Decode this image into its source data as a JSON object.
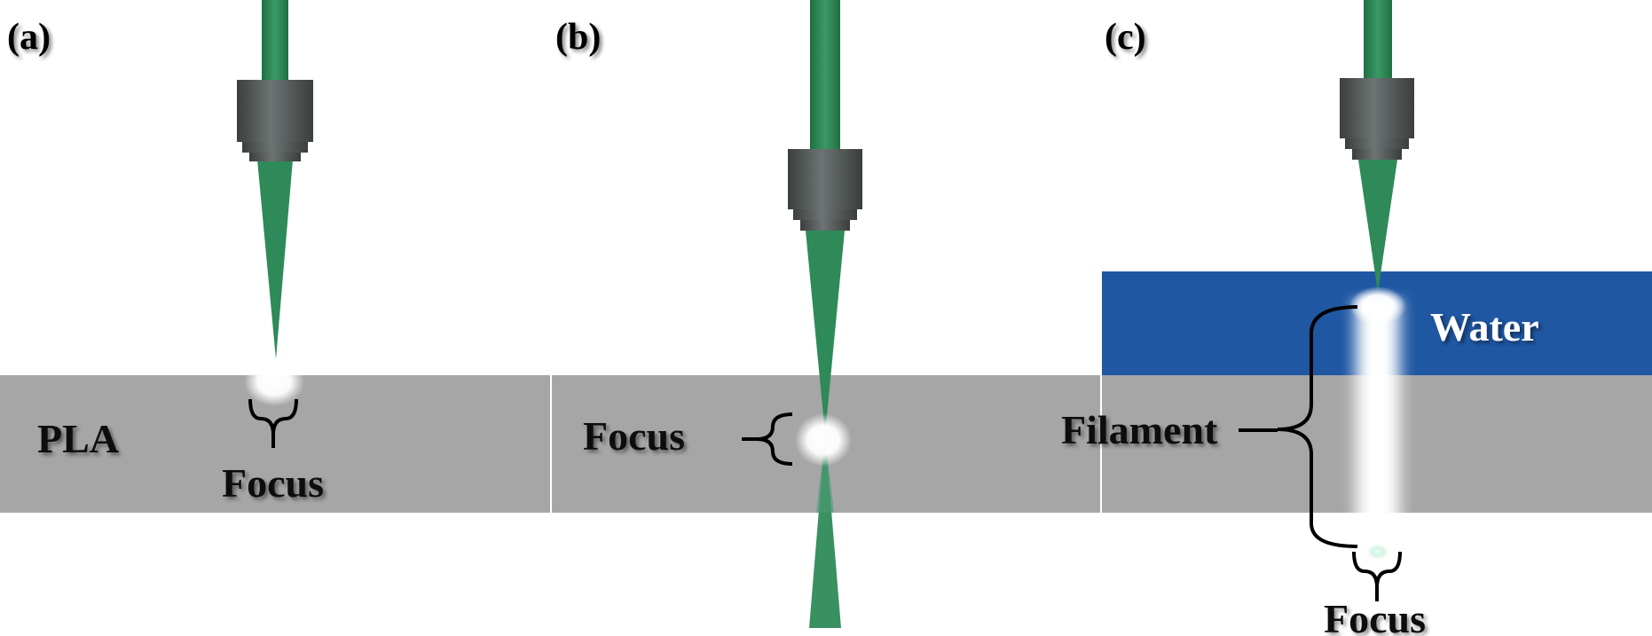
{
  "panels": [
    {
      "id": "a",
      "label": "(a)",
      "material_label": "PLA",
      "focus_label": "Focus"
    },
    {
      "id": "b",
      "label": "(b)",
      "focus_label": "Focus"
    },
    {
      "id": "c",
      "label": "(c)",
      "water_label": "Water",
      "filament_label": "Filament",
      "focus_label": "Focus"
    }
  ],
  "colors": {
    "beam": "#2e8a58",
    "beam_dark": "#1f6e42",
    "objective": "#4a4f4e",
    "objective_highlight": "#6e7574",
    "pla": "#a6a6a6",
    "water": "#1f57a3",
    "text": "#000000",
    "water_text": "#ffffff"
  },
  "icons": {
    "objective": "microscope-objective-icon",
    "bracket": "curly-brace-icon"
  }
}
